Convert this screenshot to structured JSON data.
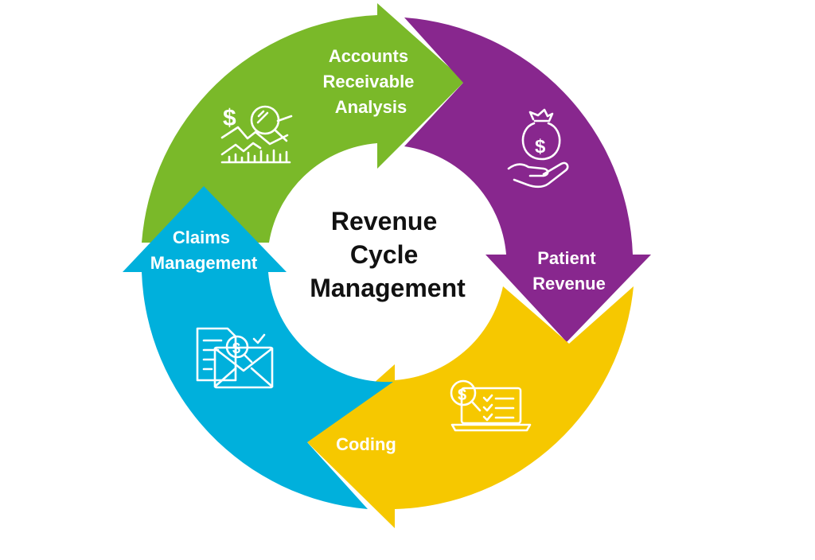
{
  "center": {
    "lines": [
      "Revenue",
      "Cycle",
      "Management"
    ]
  },
  "segments": [
    {
      "id": "accounts-receivable-analysis",
      "color": "#7ab929",
      "icon": "dollar-analytics-icon",
      "lines": [
        "Accounts",
        "Receivable",
        "Analysis"
      ]
    },
    {
      "id": "patient-revenue",
      "color": "#88278e",
      "icon": "money-bag-hand-icon",
      "lines": [
        "Patient",
        "Revenue"
      ]
    },
    {
      "id": "coding",
      "color": "#f6c800",
      "icon": "laptop-checklist-icon",
      "lines": [
        "Coding"
      ]
    },
    {
      "id": "claims-management",
      "color": "#00b0dc",
      "icon": "documents-envelope-icon",
      "lines": [
        "Claims",
        "Management"
      ]
    }
  ]
}
